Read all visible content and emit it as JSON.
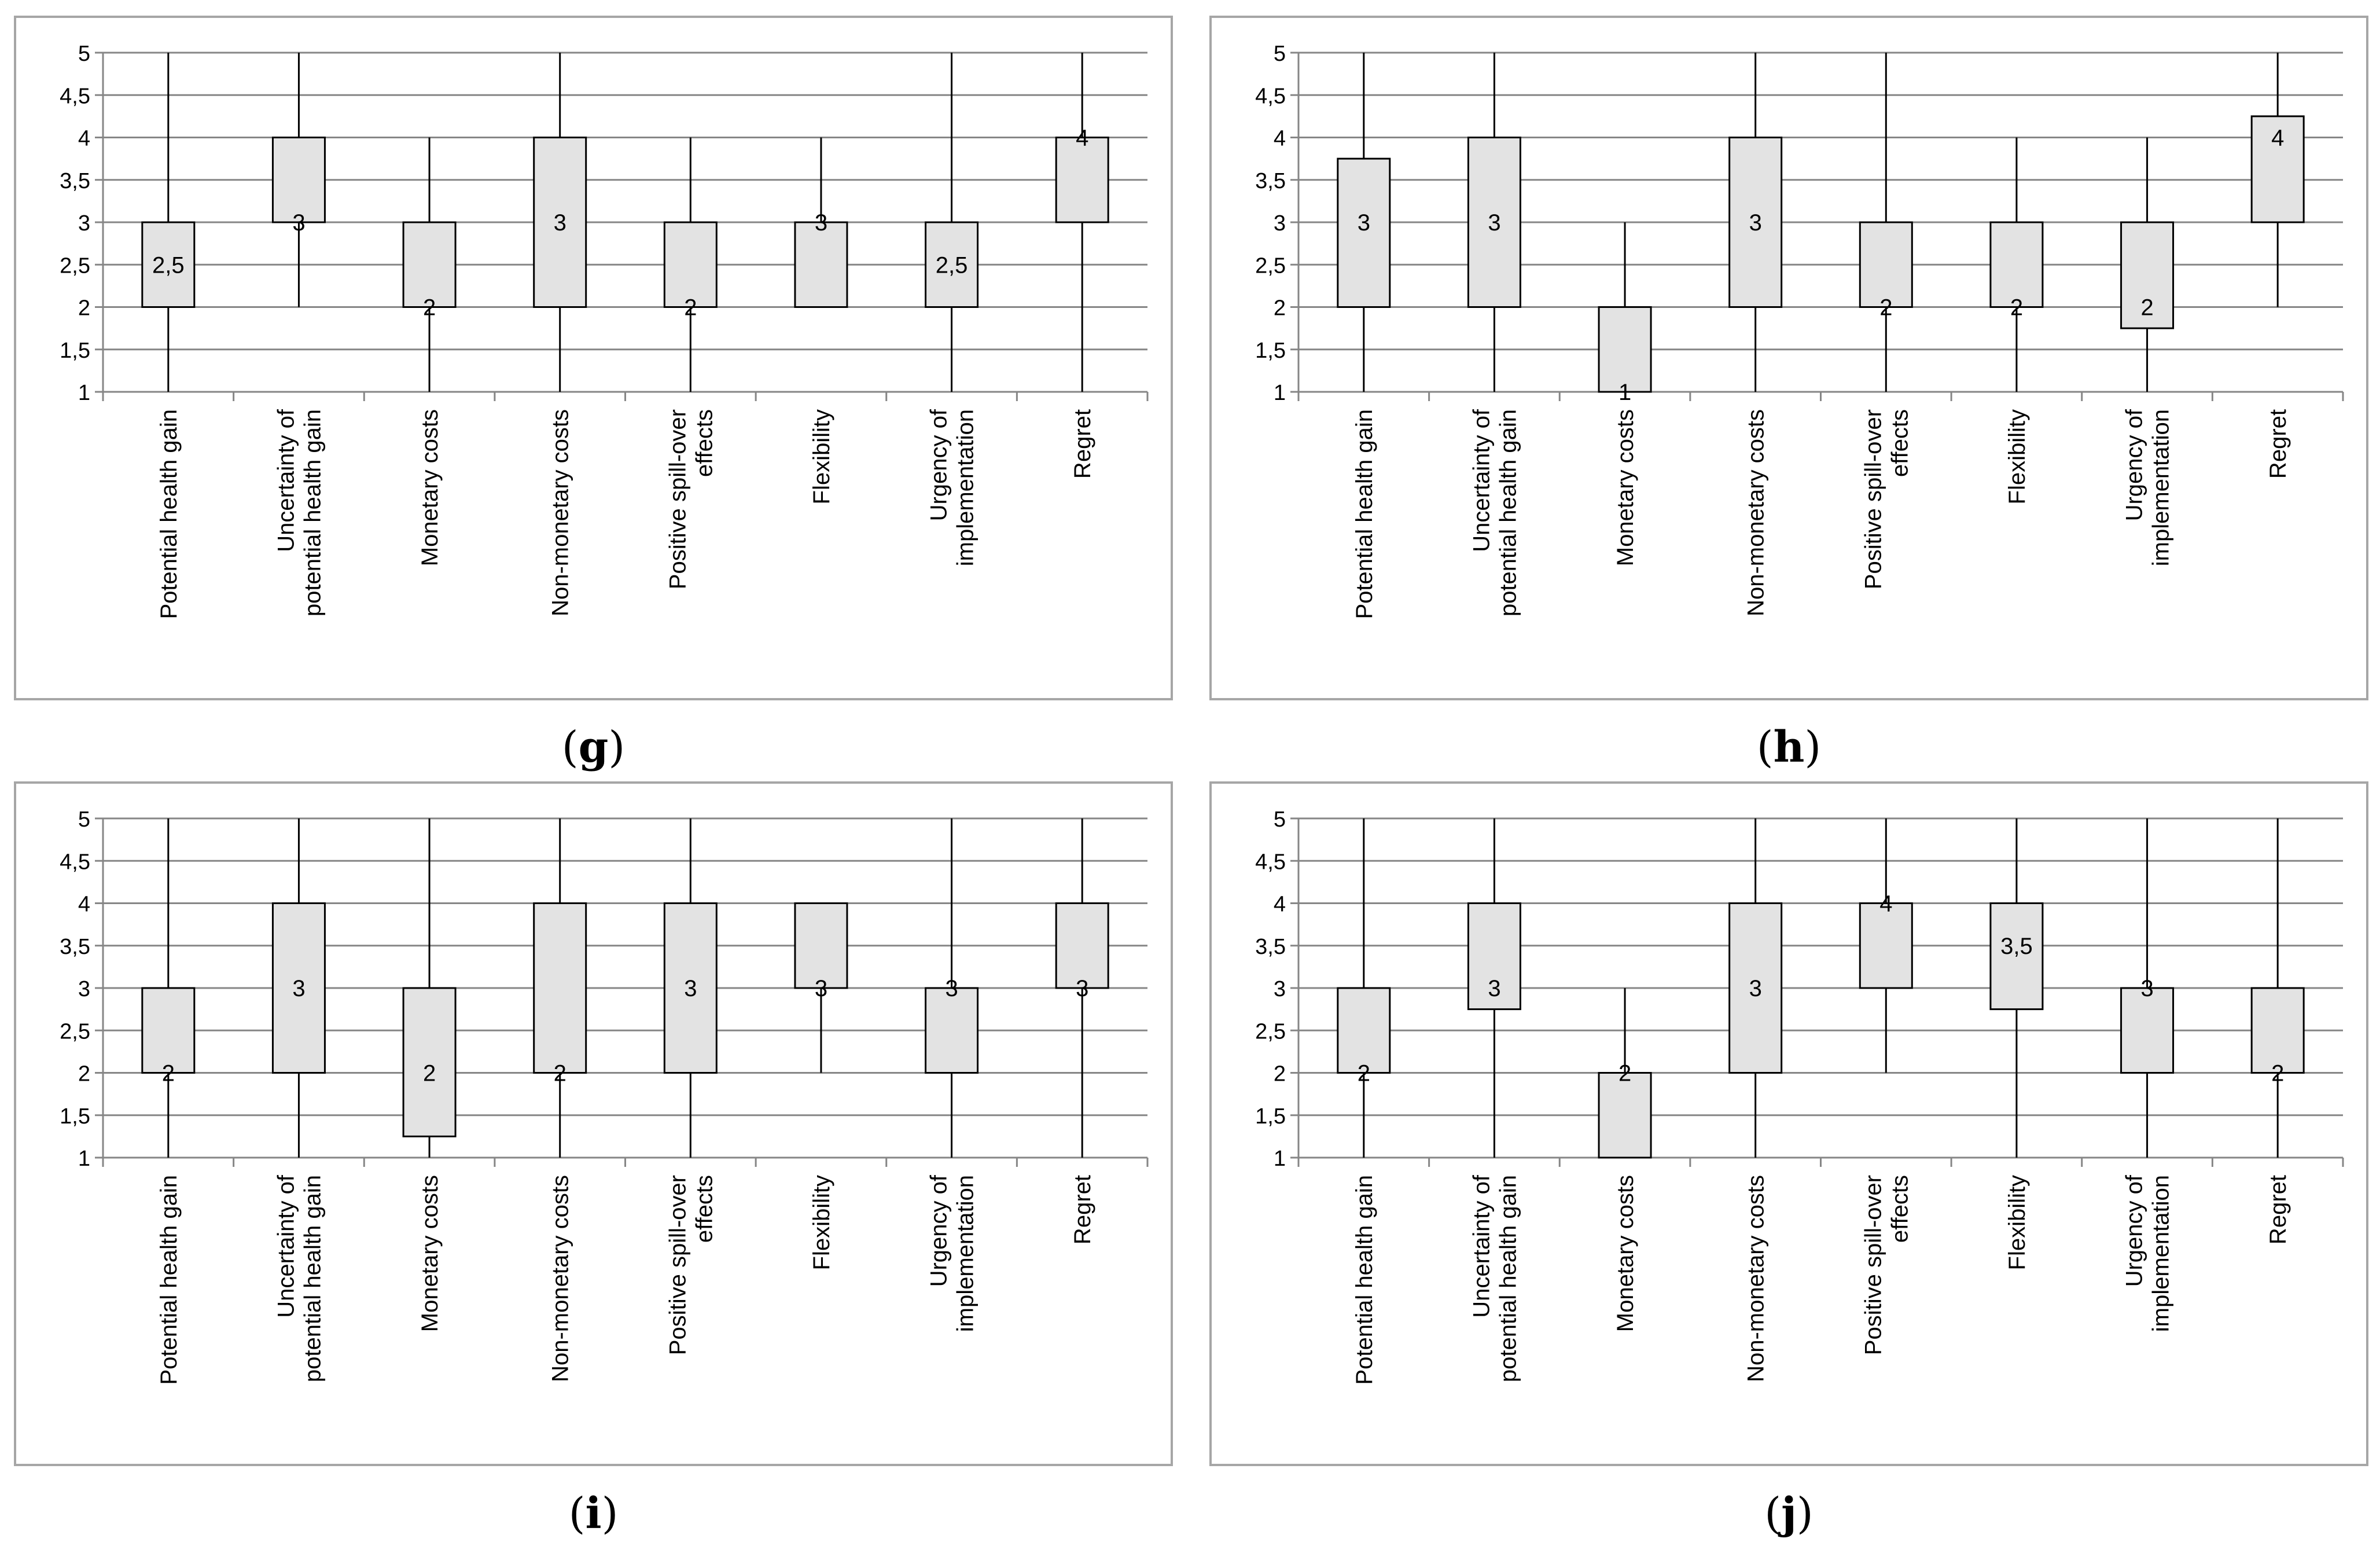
{
  "chart_data": [
    {
      "type": "box",
      "panel_label": "g",
      "ylim": [
        1,
        5
      ],
      "y_ticks": [
        "1",
        "1,5",
        "2",
        "2,5",
        "3",
        "3,5",
        "4",
        "4,5",
        "5"
      ],
      "categories": [
        [
          "Potential health gain"
        ],
        [
          "Uncertainty of",
          "potential health gain"
        ],
        [
          "Monetary costs"
        ],
        [
          "Non-monetary costs"
        ],
        [
          "Positive spill-over",
          "effects"
        ],
        [
          "Flexibility"
        ],
        [
          "Urgency of",
          "implementation"
        ],
        [
          "Regret"
        ]
      ],
      "boxes": [
        {
          "min": 1,
          "q1": 2,
          "median": 2.5,
          "q3": 3,
          "max": 5,
          "label": "2,5"
        },
        {
          "min": 2,
          "q1": 3,
          "median": 3,
          "q3": 4,
          "max": 5,
          "label": "3"
        },
        {
          "min": 1,
          "q1": 2,
          "median": 2,
          "q3": 3,
          "max": 4,
          "label": "2"
        },
        {
          "min": 1,
          "q1": 2,
          "median": 3,
          "q3": 4,
          "max": 5,
          "label": "3"
        },
        {
          "min": 1,
          "q1": 2,
          "median": 2,
          "q3": 3,
          "max": 4,
          "label": "2"
        },
        {
          "min": 2,
          "q1": 2,
          "median": 3,
          "q3": 3,
          "max": 4,
          "label": "3"
        },
        {
          "min": 1,
          "q1": 2,
          "median": 2.5,
          "q3": 3,
          "max": 5,
          "label": "2,5"
        },
        {
          "min": 1,
          "q1": 3,
          "median": 4,
          "q3": 4,
          "max": 5,
          "label": "4"
        }
      ]
    },
    {
      "type": "box",
      "panel_label": "h",
      "ylim": [
        1,
        5
      ],
      "y_ticks": [
        "1",
        "1,5",
        "2",
        "2,5",
        "3",
        "3,5",
        "4",
        "4,5",
        "5"
      ],
      "categories": [
        [
          "Potential health gain"
        ],
        [
          "Uncertainty of",
          "potential health gain"
        ],
        [
          "Monetary costs"
        ],
        [
          "Non-monetary costs"
        ],
        [
          "Positive spill-over",
          "effects"
        ],
        [
          "Flexibility"
        ],
        [
          "Urgency of",
          "implementation"
        ],
        [
          "Regret"
        ]
      ],
      "boxes": [
        {
          "min": 1,
          "q1": 2,
          "median": 3,
          "q3": 3.75,
          "max": 5,
          "label": "3"
        },
        {
          "min": 1,
          "q1": 2,
          "median": 3,
          "q3": 4,
          "max": 5,
          "label": "3"
        },
        {
          "min": 1,
          "q1": 1,
          "median": 1,
          "q3": 2,
          "max": 3,
          "label": "1"
        },
        {
          "min": 1,
          "q1": 2,
          "median": 3,
          "q3": 4,
          "max": 5,
          "label": "3"
        },
        {
          "min": 1,
          "q1": 2,
          "median": 2,
          "q3": 3,
          "max": 5,
          "label": "2"
        },
        {
          "min": 1,
          "q1": 2,
          "median": 2,
          "q3": 3,
          "max": 4,
          "label": "2"
        },
        {
          "min": 1,
          "q1": 1.75,
          "median": 2,
          "q3": 3,
          "max": 4,
          "label": "2"
        },
        {
          "min": 2,
          "q1": 3,
          "median": 4,
          "q3": 4.25,
          "max": 5,
          "label": "4"
        }
      ]
    },
    {
      "type": "box",
      "panel_label": "i",
      "ylim": [
        1,
        5
      ],
      "y_ticks": [
        "1",
        "1,5",
        "2",
        "2,5",
        "3",
        "3,5",
        "4",
        "4,5",
        "5"
      ],
      "categories": [
        [
          "Potential health gain"
        ],
        [
          "Uncertainty of",
          "potential health gain"
        ],
        [
          "Monetary costs"
        ],
        [
          "Non-monetary costs"
        ],
        [
          "Positive spill-over",
          "effects"
        ],
        [
          "Flexibility"
        ],
        [
          "Urgency of",
          "implementation"
        ],
        [
          "Regret"
        ]
      ],
      "boxes": [
        {
          "min": 1,
          "q1": 2,
          "median": 2,
          "q3": 3,
          "max": 5,
          "label": "2"
        },
        {
          "min": 1,
          "q1": 2,
          "median": 3,
          "q3": 4,
          "max": 5,
          "label": "3"
        },
        {
          "min": 1,
          "q1": 1.25,
          "median": 2,
          "q3": 3,
          "max": 5,
          "label": "2"
        },
        {
          "min": 1,
          "q1": 2,
          "median": 2,
          "q3": 4,
          "max": 5,
          "label": "2"
        },
        {
          "min": 1,
          "q1": 2,
          "median": 3,
          "q3": 4,
          "max": 5,
          "label": "3"
        },
        {
          "min": 2,
          "q1": 3,
          "median": 3,
          "q3": 4,
          "max": 4,
          "label": "3"
        },
        {
          "min": 1,
          "q1": 2,
          "median": 3,
          "q3": 3,
          "max": 5,
          "label": "3"
        },
        {
          "min": 1,
          "q1": 3,
          "median": 3,
          "q3": 4,
          "max": 5,
          "label": "3"
        }
      ]
    },
    {
      "type": "box",
      "panel_label": "j",
      "ylim": [
        1,
        5
      ],
      "y_ticks": [
        "1",
        "1,5",
        "2",
        "2,5",
        "3",
        "3,5",
        "4",
        "4,5",
        "5"
      ],
      "categories": [
        [
          "Potential health gain"
        ],
        [
          "Uncertainty of",
          "potential health gain"
        ],
        [
          "Monetary costs"
        ],
        [
          "Non-monetary costs"
        ],
        [
          "Positive spill-over",
          "effects"
        ],
        [
          "Flexibility"
        ],
        [
          "Urgency of",
          "implementation"
        ],
        [
          "Regret"
        ]
      ],
      "boxes": [
        {
          "min": 1,
          "q1": 2,
          "median": 2,
          "q3": 3,
          "max": 5,
          "label": "2"
        },
        {
          "min": 1,
          "q1": 2.75,
          "median": 3,
          "q3": 4,
          "max": 5,
          "label": "3"
        },
        {
          "min": 1,
          "q1": 1,
          "median": 2,
          "q3": 2,
          "max": 3,
          "label": "2"
        },
        {
          "min": 1,
          "q1": 2,
          "median": 3,
          "q3": 4,
          "max": 5,
          "label": "3"
        },
        {
          "min": 2,
          "q1": 3,
          "median": 4,
          "q3": 4,
          "max": 5,
          "label": "4"
        },
        {
          "min": 1,
          "q1": 2.75,
          "median": 3.5,
          "q3": 4,
          "max": 5,
          "label": "3,5"
        },
        {
          "min": 1,
          "q1": 2,
          "median": 3,
          "q3": 3,
          "max": 5,
          "label": "3"
        },
        {
          "min": 1,
          "q1": 2,
          "median": 2,
          "q3": 3,
          "max": 5,
          "label": "2"
        }
      ]
    }
  ]
}
